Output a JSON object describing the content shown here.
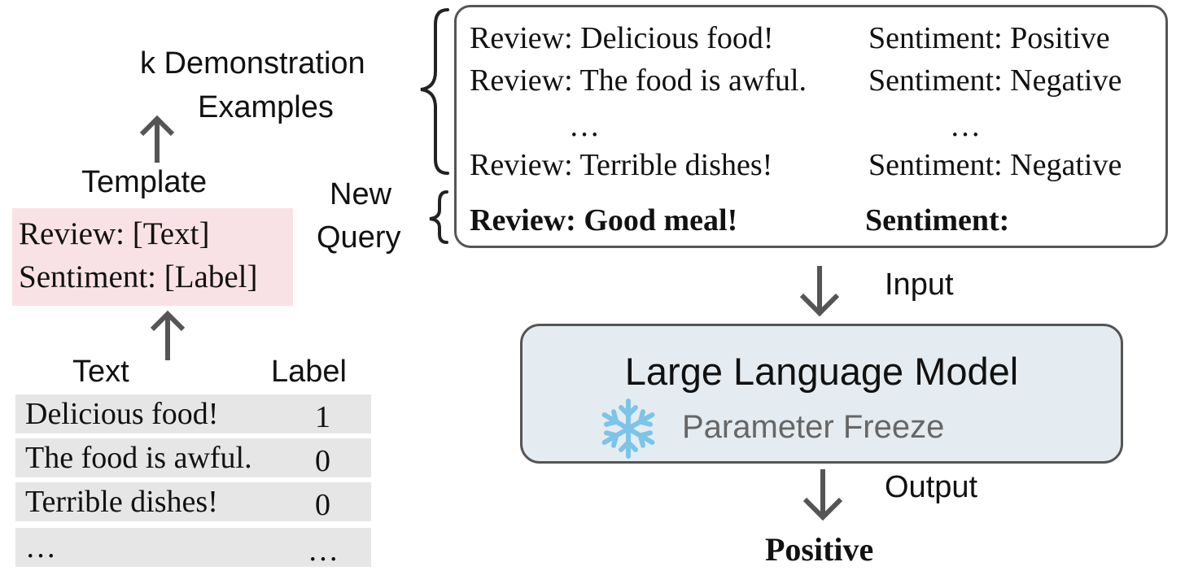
{
  "left_panel": {
    "demo_title_line1": "k Demonstration",
    "demo_title_line2": "Examples",
    "template_title": "Template",
    "template_line1": "Review: [Text]",
    "template_line2": "Sentiment: [Label]",
    "table": {
      "headers": [
        "Text",
        "Label"
      ],
      "rows": [
        {
          "text": "Delicious food!",
          "label": "1"
        },
        {
          "text": "The food is awful.",
          "label": "0"
        },
        {
          "text": "Terrible dishes!",
          "label": "0"
        },
        {
          "text": "…",
          "label": "…"
        }
      ]
    }
  },
  "new_query_label_line1": "New",
  "new_query_label_line2": "Query",
  "demo_box": {
    "examples": [
      {
        "review": "Review: Delicious food!",
        "sentiment": "Sentiment: Positive"
      },
      {
        "review": "Review: The food is awful.",
        "sentiment": "Sentiment: Negative"
      },
      {
        "review": "…",
        "sentiment": "…"
      },
      {
        "review": "Review: Terrible dishes!",
        "sentiment": "Sentiment: Negative"
      }
    ],
    "query_review": "Review: Good meal!",
    "query_sentiment": "Sentiment:"
  },
  "input_label": "Input",
  "llm": {
    "title": "Large Language Model",
    "subtitle": "Parameter Freeze",
    "icon": "snowflake-icon",
    "icon_color": "#7cc4e8",
    "box_fill": "#e4ecf1"
  },
  "output_label": "Output",
  "output_value": "Positive",
  "colors": {
    "arrow": "#555555",
    "template_fill": "#f9e2e5",
    "table_fill": "#e6e6e6"
  }
}
